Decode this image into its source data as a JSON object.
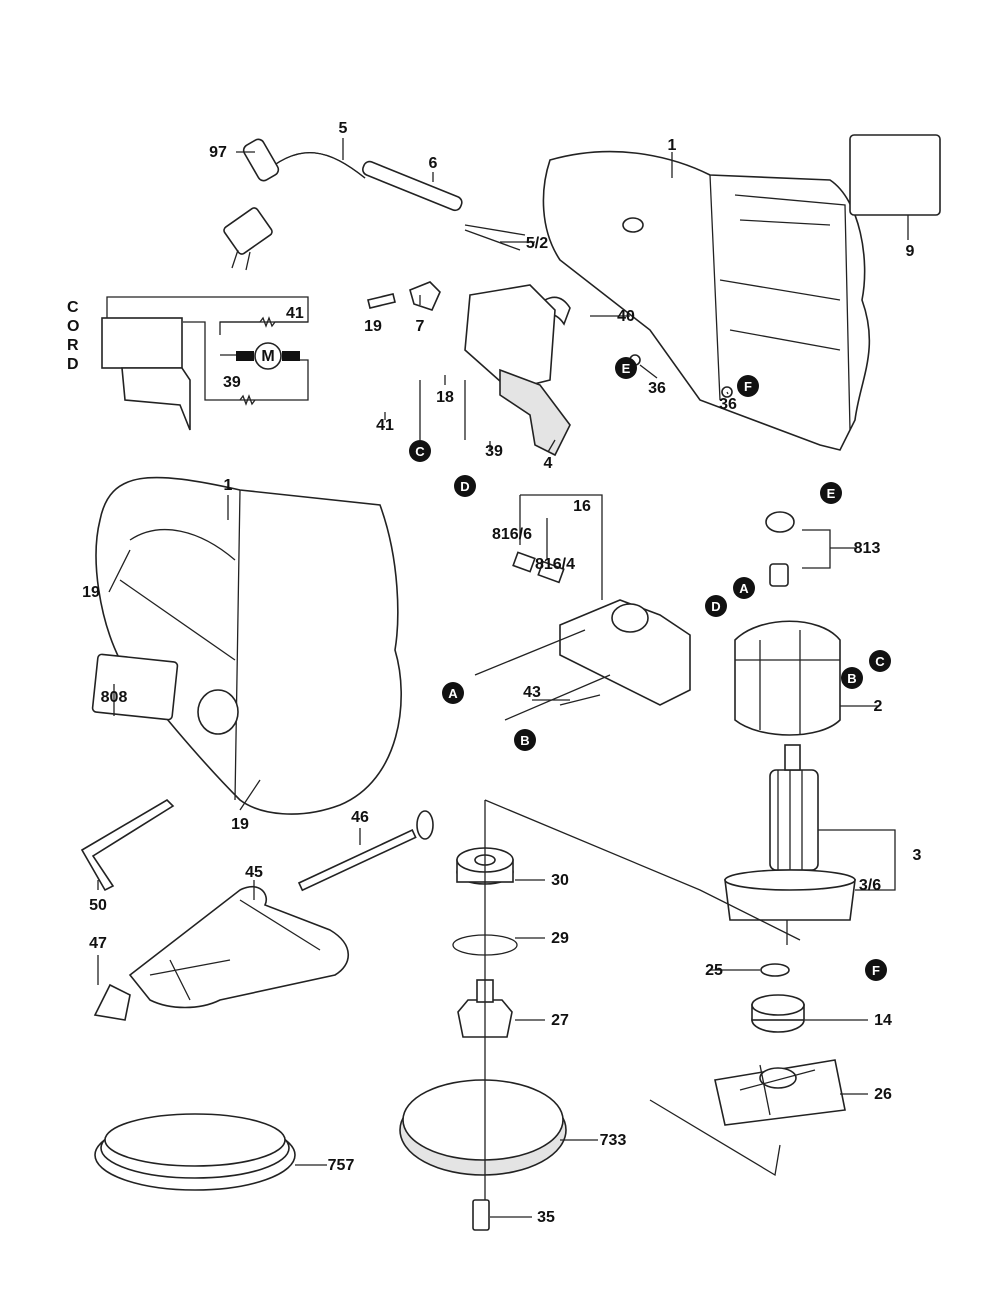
{
  "diagram": {
    "wiring": {
      "cord_letters": [
        "C",
        "O",
        "R",
        "D"
      ],
      "motor_label": "M",
      "wire_labels": [
        "41",
        "39"
      ]
    },
    "part_labels": [
      "97",
      "5",
      "6",
      "1",
      "9",
      "5/2",
      "19",
      "7",
      "40",
      "41",
      "18",
      "39",
      "4",
      "36",
      "36",
      "1",
      "16",
      "816/6",
      "816/4",
      "813",
      "2",
      "19",
      "808",
      "43",
      "19",
      "46",
      "3",
      "3/6",
      "50",
      "45",
      "30",
      "29",
      "47",
      "25",
      "14",
      "27",
      "26",
      "733",
      "757",
      "35"
    ],
    "badges": [
      "C",
      "D",
      "E",
      "F",
      "E",
      "A",
      "D",
      "C",
      "B",
      "A",
      "B",
      "F"
    ],
    "colors": {
      "line": "#222222",
      "badge": "#111111",
      "background": "#ffffff"
    }
  }
}
